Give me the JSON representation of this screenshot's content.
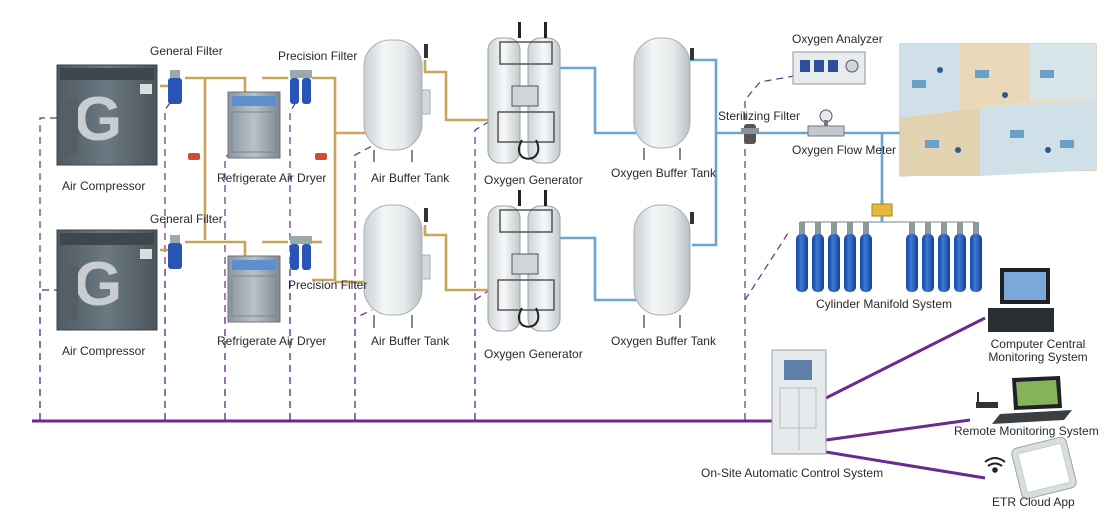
{
  "labels": {
    "general_filter_top": "General Filter",
    "general_filter_bottom": "General Filter",
    "precision_filter_top": "Precision Filter",
    "precision_filter_bottom": "Precision Filter",
    "air_compressor_top": "Air Compressor",
    "air_compressor_bottom": "Air Compressor",
    "dryer_top": "Refrigerate Air Dryer",
    "dryer_bottom": "Refrigerate Air Dryer",
    "air_tank_top": "Air Buffer Tank",
    "air_tank_bottom": "Air Buffer Tank",
    "generator_top": "Oxygen Generator",
    "generator_bottom": "Oxygen Generator",
    "o2_tank_top": "Oxygen Buffer Tank",
    "o2_tank_bottom": "Oxygen Buffer Tank",
    "oxygen_analyzer": "Oxygen Analyzer",
    "sterilizing_filter": "Sterilizing Filter",
    "oxygen_flow_meter": "Oxygen Flow Meter",
    "cylinder_manifold": "Cylinder Manifold System",
    "computer_monitoring": "Computer Central\nMonitoring System",
    "remote_monitoring": "Remote Monitoring System",
    "onsite_control": "On-Site Automatic Control System",
    "cloud_app": "ETR Cloud App"
  },
  "colors": {
    "air_pipe": "#c9a45a",
    "oxygen_pipe": "#6aa6d0",
    "signal_line": "#6a2c8c",
    "compressor_body": "#5f6b74",
    "filter_blue": "#2a55b8",
    "cylinder_blue": "#1f55b5"
  },
  "icons": {
    "compressor": "air-compressor-icon",
    "filter": "filter-icon",
    "dryer": "air-dryer-icon",
    "tank": "buffer-tank-icon",
    "generator": "oxygen-generator-icon",
    "analyzer": "analyzer-panel-icon",
    "flow_meter": "flow-meter-icon",
    "cylinder": "gas-cylinder-icon",
    "cabinet": "control-cabinet-icon",
    "computer": "desktop-computer-icon",
    "laptop": "laptop-icon",
    "phone": "smartphone-icon",
    "wifi": "wifi-icon",
    "hospital": "hospital-ward-icon"
  }
}
